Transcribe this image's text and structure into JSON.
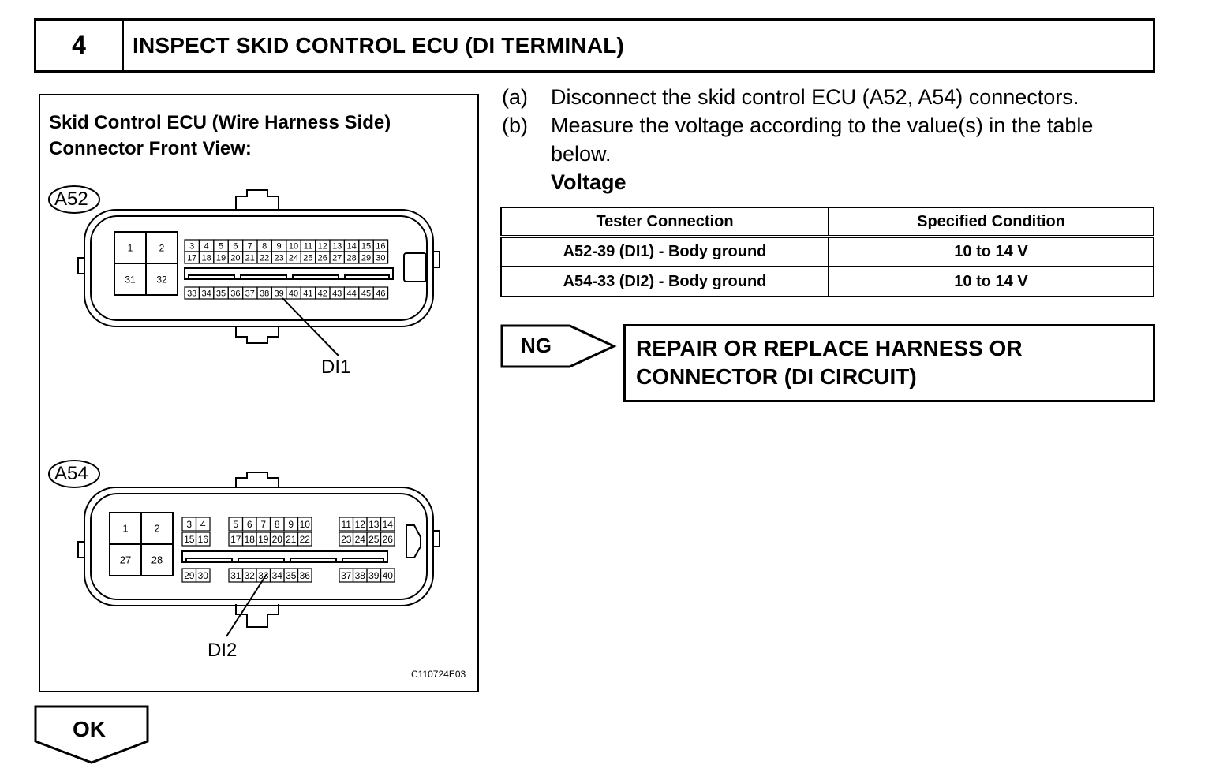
{
  "step": {
    "number": "4",
    "title": "INSPECT SKID CONTROL ECU (DI TERMINAL)"
  },
  "figure": {
    "caption_line1": "Skid Control ECU (Wire Harness Side)",
    "caption_line2": "Connector Front View:",
    "code": "C110724E03",
    "a52": {
      "label": "A52",
      "pointer_label": "DI1",
      "big_pins": [
        "1",
        "2",
        "31",
        "32"
      ],
      "row1": [
        "3",
        "4",
        "5",
        "6",
        "7",
        "8",
        "9",
        "10",
        "11",
        "12",
        "13",
        "14",
        "15",
        "16"
      ],
      "row2": [
        "17",
        "18",
        "19",
        "20",
        "21",
        "22",
        "23",
        "24",
        "25",
        "26",
        "27",
        "28",
        "29",
        "30"
      ],
      "row3": [
        "33",
        "34",
        "35",
        "36",
        "37",
        "38",
        "39",
        "40",
        "41",
        "42",
        "43",
        "44",
        "45",
        "46"
      ]
    },
    "a54": {
      "label": "A54",
      "pointer_label": "DI2",
      "big_pins": [
        "1",
        "2",
        "27",
        "28"
      ],
      "row1_groups": [
        [
          "3",
          "4"
        ],
        [
          "5",
          "6",
          "7",
          "8",
          "9",
          "10"
        ],
        [
          "11",
          "12",
          "13",
          "14"
        ]
      ],
      "row2_groups": [
        [
          "15",
          "16"
        ],
        [
          "17",
          "18",
          "19",
          "20",
          "21",
          "22"
        ],
        [
          "23",
          "24",
          "25",
          "26"
        ]
      ],
      "row3_groups": [
        [
          "29",
          "30"
        ],
        [
          "31",
          "32",
          "33",
          "34",
          "35",
          "36"
        ],
        [
          "37",
          "38",
          "39",
          "40"
        ]
      ]
    }
  },
  "instructions": [
    {
      "letter": "(a)",
      "text": "Disconnect the skid control ECU (A52, A54) connectors."
    },
    {
      "letter": "(b)",
      "text": "Measure the voltage according to the value(s) in the table below."
    }
  ],
  "table_title": "Voltage",
  "table": {
    "headers": [
      "Tester Connection",
      "Specified Condition"
    ],
    "rows": [
      [
        "A52-39 (DI1) - Body ground",
        "10 to 14 V"
      ],
      [
        "A54-33 (DI2) - Body ground",
        "10 to 14 V"
      ]
    ]
  },
  "ng": {
    "label": "NG",
    "action_line1": "REPAIR OR REPLACE HARNESS OR",
    "action_line2": "CONNECTOR (DI CIRCUIT)"
  },
  "ok": {
    "label": "OK"
  }
}
